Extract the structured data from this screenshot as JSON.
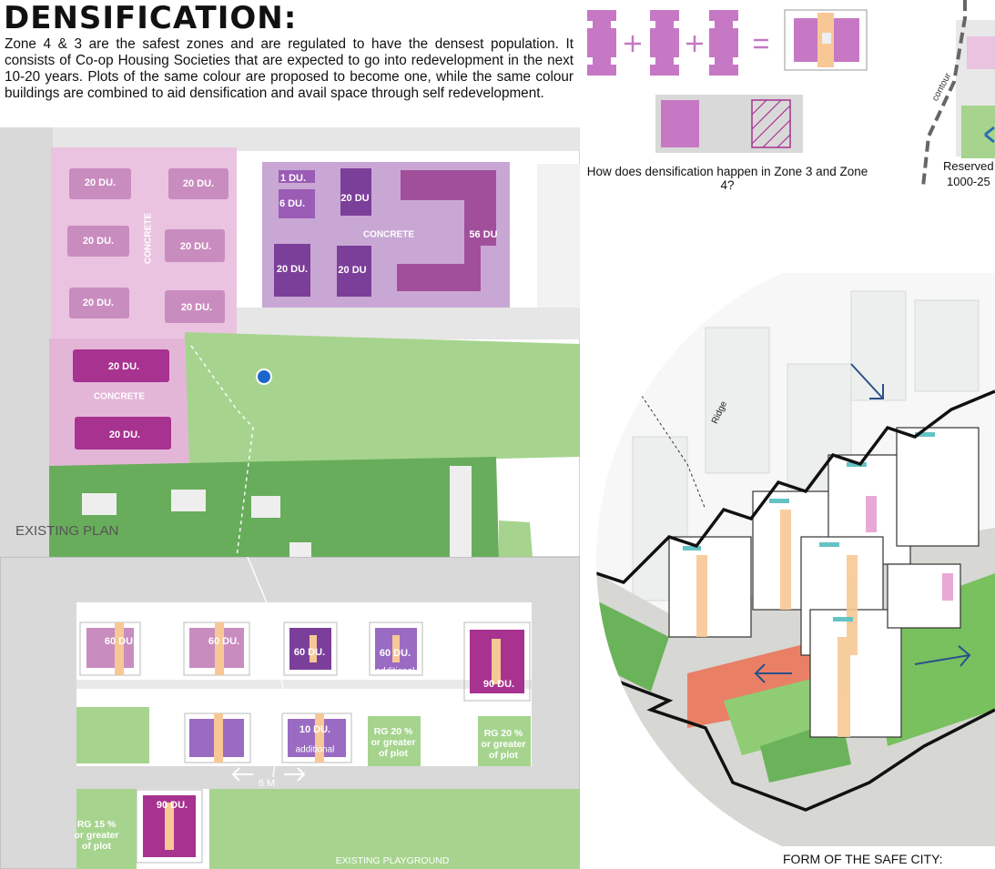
{
  "header": {
    "title": "DENSIFICATION:",
    "intro": "Zone 4 & 3 are the safest zones and are regulated to have the densest population. It consists of Co-op Housing Societies that are expected to go into redevelopment in the next 10-20 years. Plots of the same colour are proposed to become one, while the same colour buildings are combined to aid densification and avail space through self redevelopment."
  },
  "diagram": {
    "caption": "How does densification happen in Zone 3 and Zone 4?"
  },
  "existing_plan": {
    "title": "EXISTING PLAN",
    "pink_blocks": [
      "20 DU.",
      "20 DU.",
      "20 DU.",
      "20 DU.",
      "20 DU.",
      "20 DU."
    ],
    "pink_concrete": "CONCRETE",
    "purple_small": [
      "1 DU.",
      "6 DU."
    ],
    "purple_blocks": [
      "20 DU",
      "20 DU.",
      "20 DU",
      "56 DU"
    ],
    "purple_concrete": "CONCRETE",
    "magenta_blocks": [
      "20 DU.",
      "20 DU."
    ],
    "magenta_concrete": "CONCRETE"
  },
  "proposed_plan": {
    "row1": [
      "60 DU.",
      "60 DU.",
      "60 DU.",
      "60 DU.",
      "90 DU."
    ],
    "row1_sub": "additional",
    "row2": [
      "10 DU.",
      "90 DU."
    ],
    "row2_sub": "additional",
    "rg_left": "RG 15 % or greater of plot",
    "rg_a": "RG 20 % or greater of plot",
    "rg_b": "RG 20 % or greater of plot",
    "road": "6 M",
    "playground": "EXISTING PLAYGROUND"
  },
  "right_strip": {
    "contour": "contour",
    "reserved": "Reserved",
    "range": "1000-25"
  },
  "iso_view": {
    "ridge": "Ridge",
    "caption": "FORM OF THE SAFE CITY:"
  },
  "colors": {
    "pink": "#eac3e0",
    "pink_block": "#c98cbf",
    "purple": "#c9a7d4",
    "purple_block": "#7b3f9a",
    "magenta": "#a8328f",
    "green": "#a6d48e",
    "dark_green": "#68ad5b"
  }
}
